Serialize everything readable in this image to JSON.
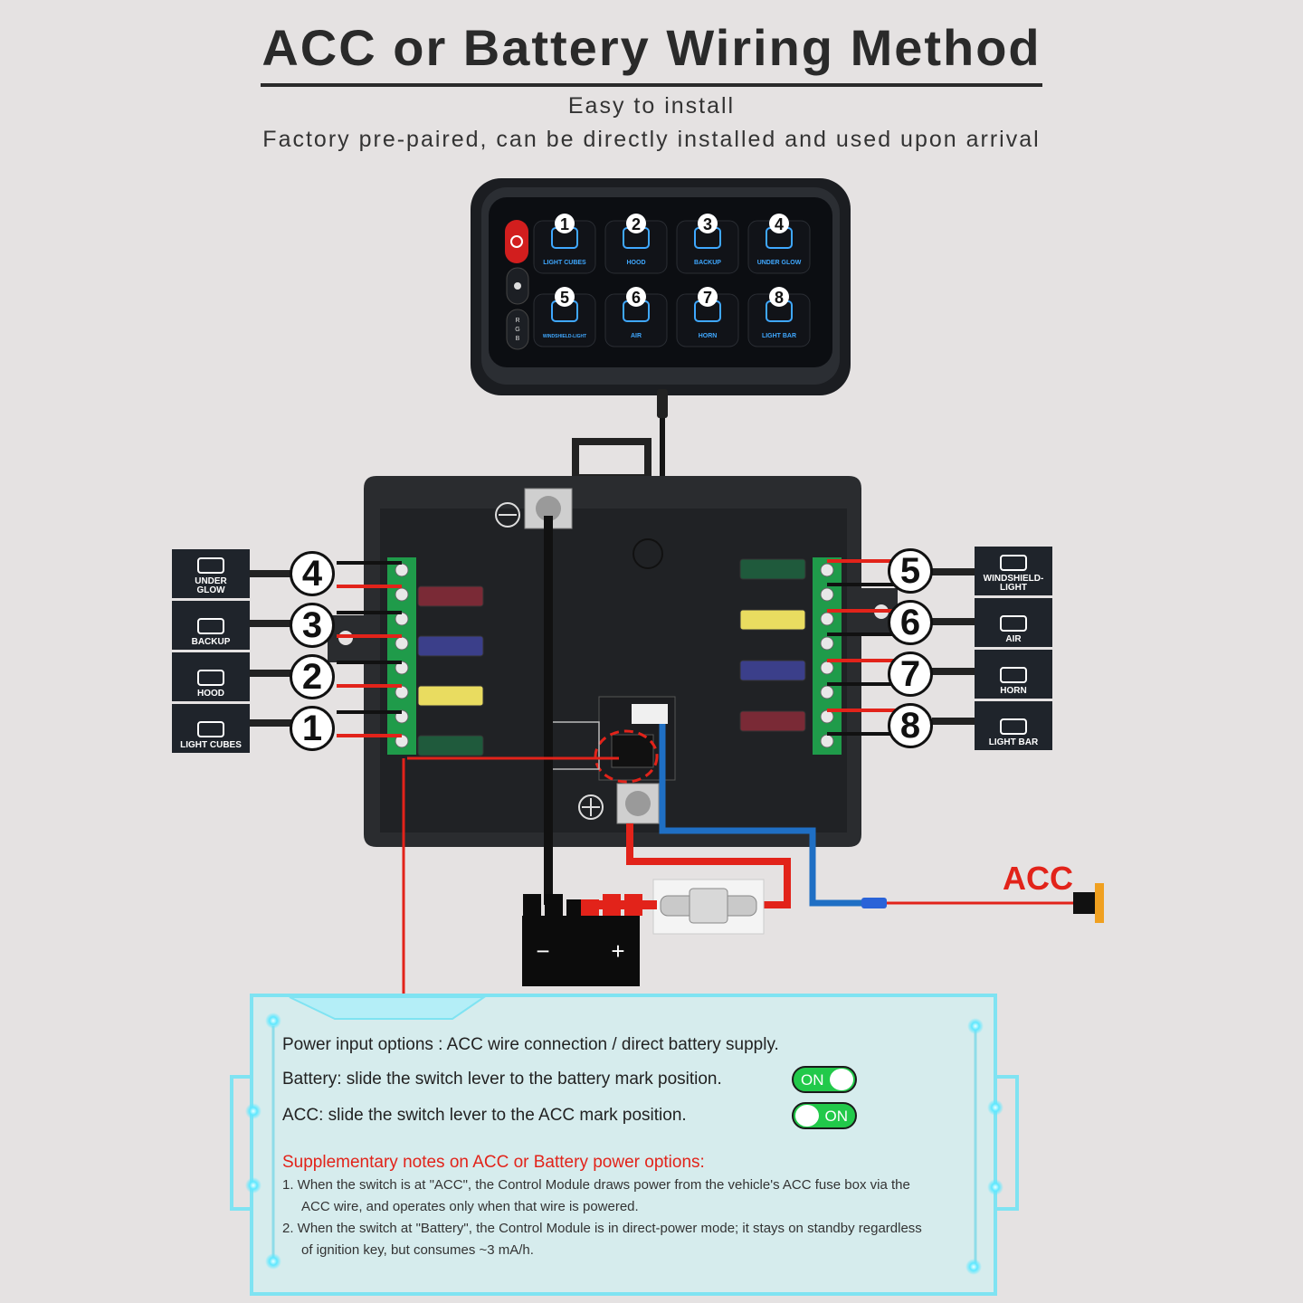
{
  "header": {
    "title": "ACC or Battery Wiring Method",
    "subtitle1": "Easy to install",
    "subtitle2": "Factory pre-paired, can be directly installed and used upon arrival"
  },
  "control_panel": {
    "buttons": [
      {
        "number": "1",
        "label": "LIGHT CUBES"
      },
      {
        "number": "2",
        "label": "HOOD"
      },
      {
        "number": "3",
        "label": "BACKUP"
      },
      {
        "number": "4",
        "label": "UNDER GLOW"
      },
      {
        "number": "5",
        "label": "WINDSHIELD-LIGHT"
      },
      {
        "number": "6",
        "label": "AIR"
      },
      {
        "number": "7",
        "label": "HORN"
      },
      {
        "number": "8",
        "label": "LIGHT BAR"
      }
    ],
    "side_buttons": [
      "power-icon",
      "brightness-icon",
      "RGB"
    ]
  },
  "left_outputs": [
    {
      "number": "4",
      "label": "UNDER\nGLOW",
      "icon": "under-glow-icon"
    },
    {
      "number": "3",
      "label": "BACKUP",
      "icon": "backup-icon"
    },
    {
      "number": "2",
      "label": "HOOD",
      "icon": "hood-icon"
    },
    {
      "number": "1",
      "label": "LIGHT CUBES",
      "icon": "light-cubes-icon"
    }
  ],
  "right_outputs": [
    {
      "number": "5",
      "label": "WINDSHIELD-LIGHT",
      "icon": "windshield-light-icon"
    },
    {
      "number": "6",
      "label": "AIR",
      "icon": "air-icon"
    },
    {
      "number": "7",
      "label": "HORN",
      "icon": "horn-icon"
    },
    {
      "number": "8",
      "label": "LIGHT BAR",
      "icon": "light-bar-icon"
    }
  ],
  "acc_label": "ACC",
  "battery": {
    "minus": "−",
    "plus": "+"
  },
  "panel": {
    "line1": "Power input options : ACC wire connection / direct battery supply.",
    "line2": "Battery: slide the switch lever to the battery mark position.",
    "line3": "ACC: slide the switch lever to the ACC mark position.",
    "toggle_on": "ON",
    "notes_title": "Supplementary notes on ACC or Battery power options:",
    "note1a": "1. When the switch is at \"ACC\", the Control Module draws power from the vehicle's ACC fuse box via the",
    "note1b": "ACC wire, and operates only when that wire is powered.",
    "note2a": "2. When the switch at \"Battery\", the Control Module is in direct-power mode; it stays on standby regardless",
    "note2b": "of ignition key, but consumes ~3 mA/h."
  },
  "colors": {
    "wire_red": "#e2231a",
    "wire_blue": "#1f6fc4",
    "wire_black": "#111111",
    "terminal_green": "#1f9b4a",
    "panel_cyan": "#7fe3f2",
    "icon_blue": "#3fa8ff"
  }
}
